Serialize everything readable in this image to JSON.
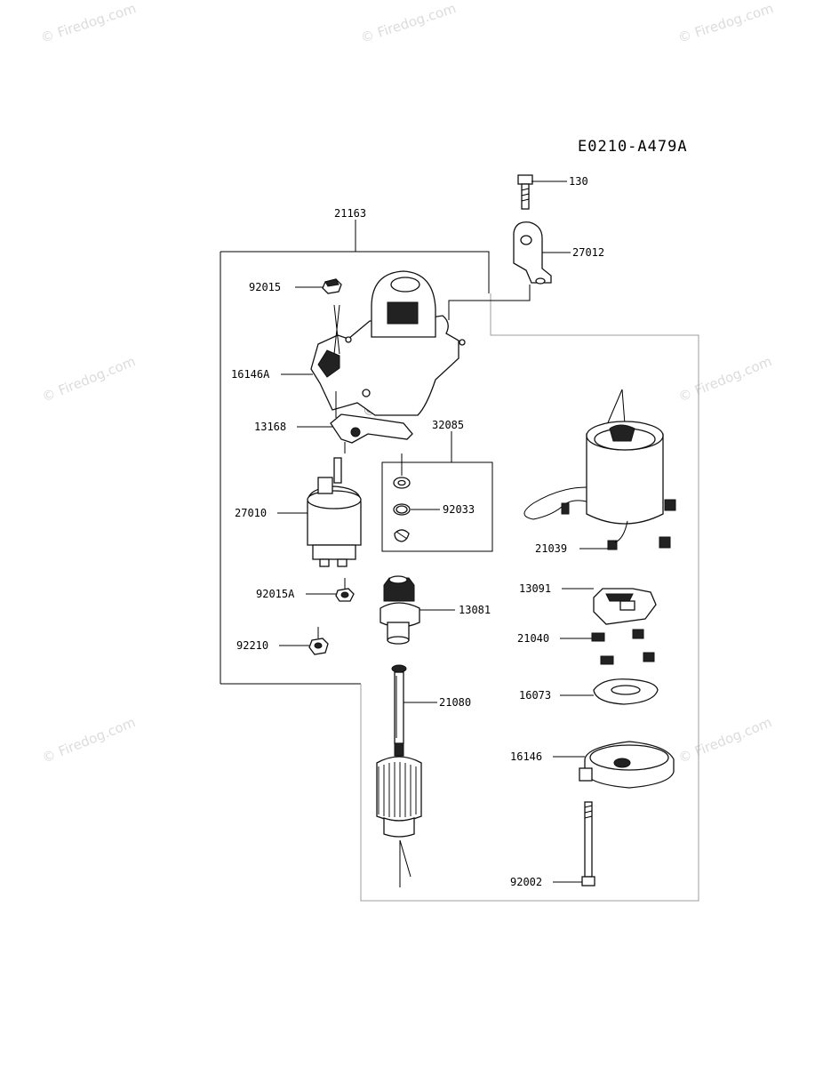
{
  "diagram_code": "E0210-A479A",
  "watermark": {
    "small_text": "© Firedog.com",
    "center_text": "© Firedog.com"
  },
  "parts": {
    "p130": "130",
    "p27012": "27012",
    "p21163": "21163",
    "p92015": "92015",
    "p16146A": "16146A",
    "p13168": "13168",
    "p32085": "32085",
    "p92033": "92033",
    "p27010": "27010",
    "p21039": "21039",
    "p13091": "13091",
    "p92015A": "92015A",
    "p13081": "13081",
    "p21040": "21040",
    "p92210": "92210",
    "p16073": "16073",
    "p21080": "21080",
    "p16146": "16146",
    "p92002": "92002"
  },
  "colors": {
    "line": "#000000",
    "watermark": "#dcdcdc",
    "background": "#ffffff"
  }
}
